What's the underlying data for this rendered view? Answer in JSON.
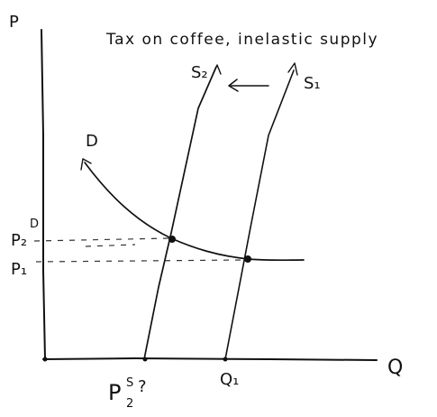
{
  "title": "Tax on coffee, inelastic supply",
  "axes": {
    "y_label": "P",
    "x_label": "Q"
  },
  "curves": {
    "demand": "D",
    "supply_original": "S₁",
    "supply_shifted": "S₂"
  },
  "price_labels": {
    "p1": "P₁",
    "p2_main": "P₂",
    "p2_super": "D"
  },
  "quantity_labels": {
    "q1": "Q₁",
    "q2_main": "P",
    "q2_sub": "2",
    "q2_super": "S",
    "q2_question": "?"
  }
}
